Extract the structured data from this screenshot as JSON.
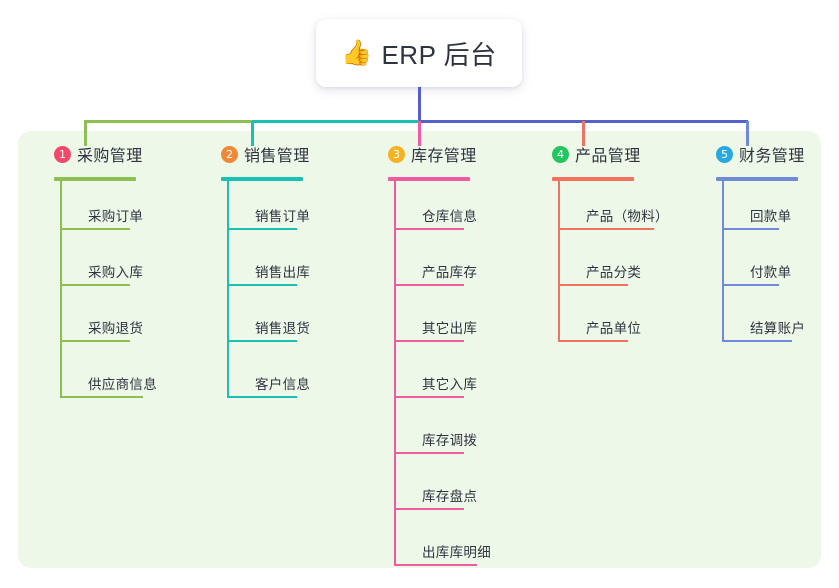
{
  "root": {
    "icon": "thumbs-up-emoji",
    "emoji": "👍",
    "title": "ERP 后台"
  },
  "palette": {
    "panel_background": "#eef8e8",
    "page_background": "#ffffff",
    "text": "#2f3340",
    "connector_left_green": "#7ac143",
    "connector_teal": "#16bfa8",
    "connector_purple": "#5560c8"
  },
  "columns": [
    {
      "number": "1",
      "title": "采购管理",
      "badge_color": "#f2496a",
      "line_color": "#8cc152",
      "items": [
        {
          "label": "采购订单"
        },
        {
          "label": "采购入库"
        },
        {
          "label": "采购退货"
        },
        {
          "label": "供应商信息"
        }
      ]
    },
    {
      "number": "2",
      "title": "销售管理",
      "badge_color": "#f0883a",
      "line_color": "#19c1b3",
      "items": [
        {
          "label": "销售订单"
        },
        {
          "label": "销售出库"
        },
        {
          "label": "销售退货"
        },
        {
          "label": "客户信息"
        }
      ]
    },
    {
      "number": "3",
      "title": "库存管理",
      "badge_color": "#f5b324",
      "line_color": "#ef5aa0",
      "items": [
        {
          "label": "仓库信息"
        },
        {
          "label": "产品库存"
        },
        {
          "label": "其它出库"
        },
        {
          "label": "其它入库"
        },
        {
          "label": "库存调拨"
        },
        {
          "label": "库存盘点"
        },
        {
          "label": "出库库明细"
        }
      ]
    },
    {
      "number": "4",
      "title": "产品管理",
      "badge_color": "#22c55e",
      "line_color": "#f4715f",
      "items": [
        {
          "label": "产品（物料）"
        },
        {
          "label": "产品分类"
        },
        {
          "label": "产品单位"
        }
      ]
    },
    {
      "number": "5",
      "title": "财务管理",
      "badge_color": "#29a8e0",
      "line_color": "#6f8bd8",
      "items": [
        {
          "label": "回款单"
        },
        {
          "label": "付款单"
        },
        {
          "label": "结算账户"
        }
      ]
    }
  ]
}
